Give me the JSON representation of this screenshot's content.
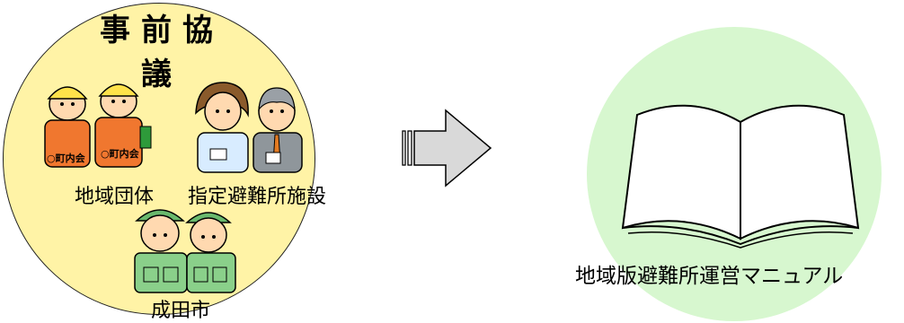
{
  "consultation": {
    "title": "事前協議",
    "groups": {
      "community": "地域団体",
      "shelter_facility": "指定避難所施設",
      "city": "成田市"
    },
    "badges": {
      "neighborhood_association": "○町内会"
    }
  },
  "result": {
    "label": "地域版避難所運営マニュアル"
  },
  "colors": {
    "left_circle": "#fff3a6",
    "right_circle": "#d7f7cf",
    "arrow_fill": "#d9d9d9",
    "vest": "#f0772f",
    "uniform": "#8ad08a"
  }
}
